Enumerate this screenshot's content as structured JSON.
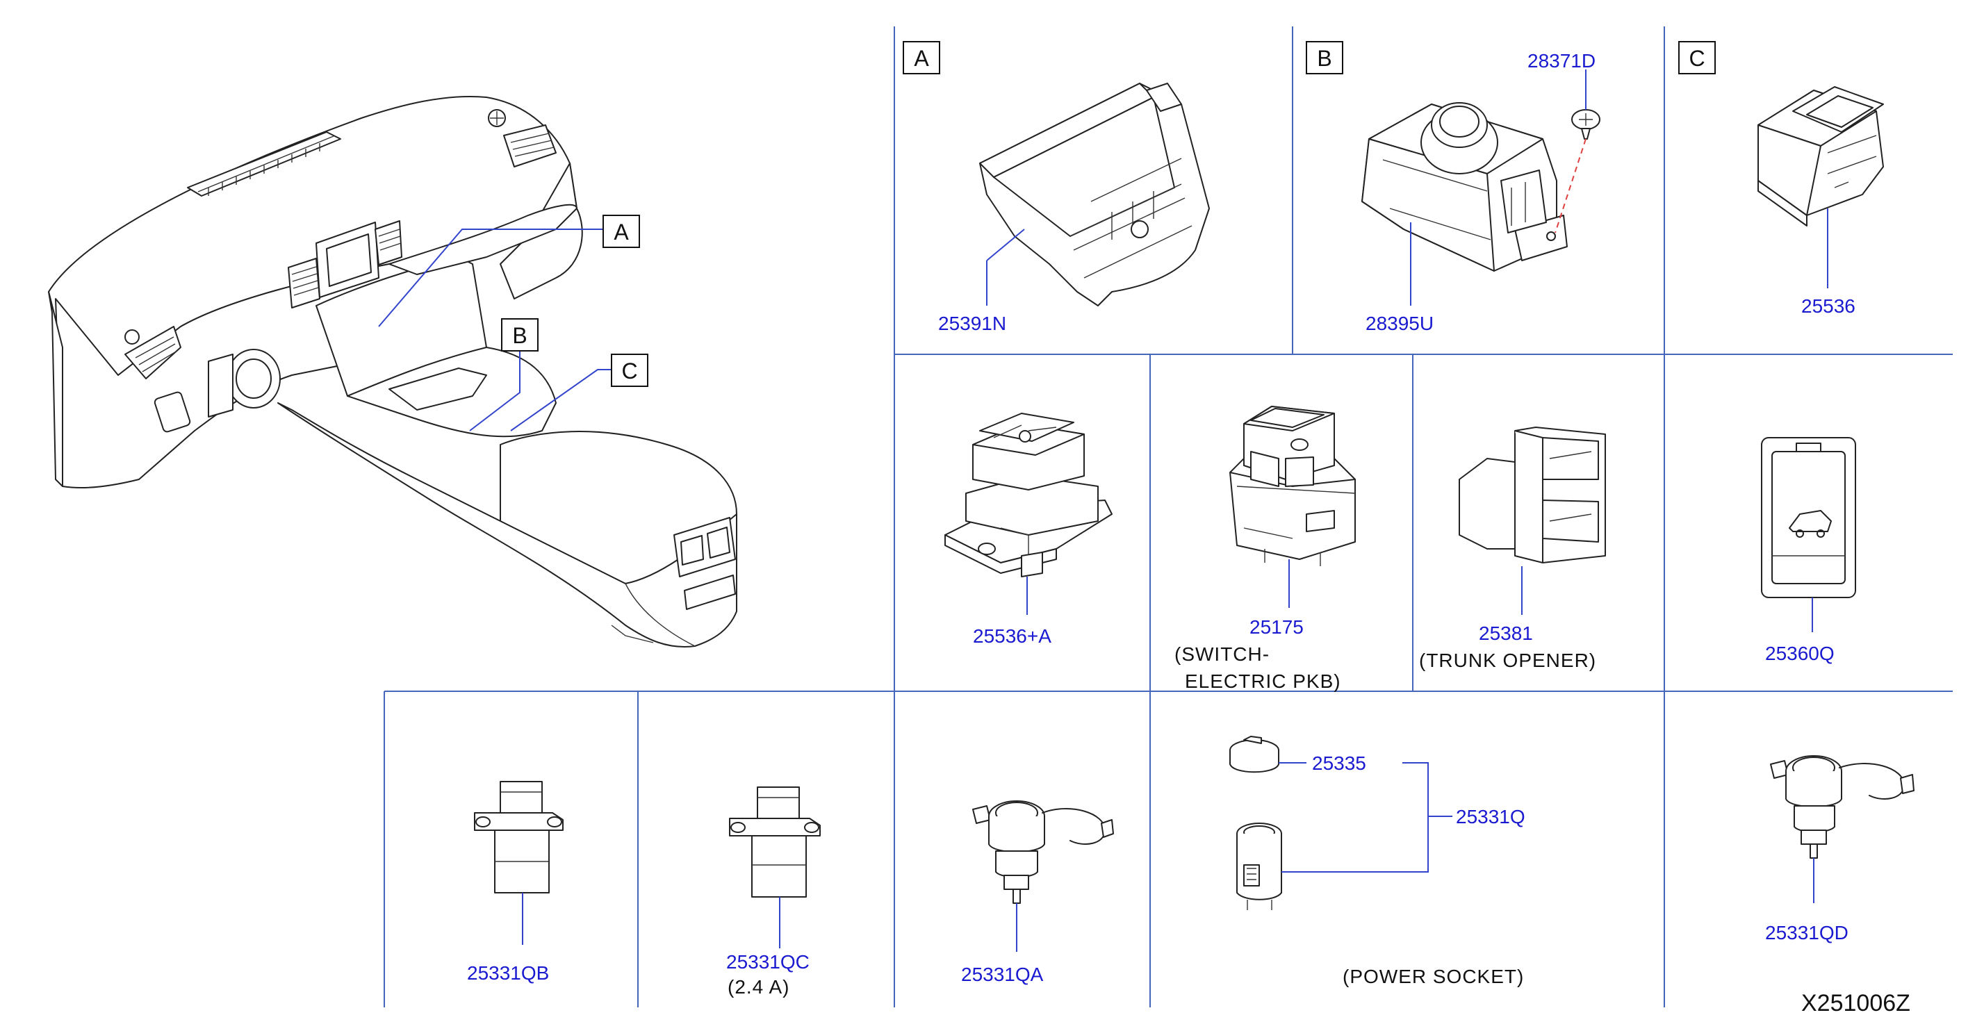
{
  "diagram_code": "X251006Z",
  "section_labels": [
    "A",
    "B",
    "C"
  ],
  "parts": {
    "p25391N": "25391N",
    "p28371D": "28371D",
    "p28395U": "28395U",
    "p25536": "25536",
    "p25536A": "25536+A",
    "p25175": "25175",
    "p25381": "25381",
    "p25360Q": "25360Q",
    "p25331QB": "25331QB",
    "p25331QC": "25331QC",
    "p25331QA": "25331QA",
    "p25335": "25335",
    "p25331Q": "25331Q",
    "p25331QD": "25331QD"
  },
  "notes": {
    "pkb_line1": "(SWITCH-",
    "pkb_line2": "ELECTRIC   PKB)",
    "trunk": "(TRUNK    OPENER)",
    "amp": "(2.4    A)",
    "power": "(POWER    SOCKET)"
  }
}
